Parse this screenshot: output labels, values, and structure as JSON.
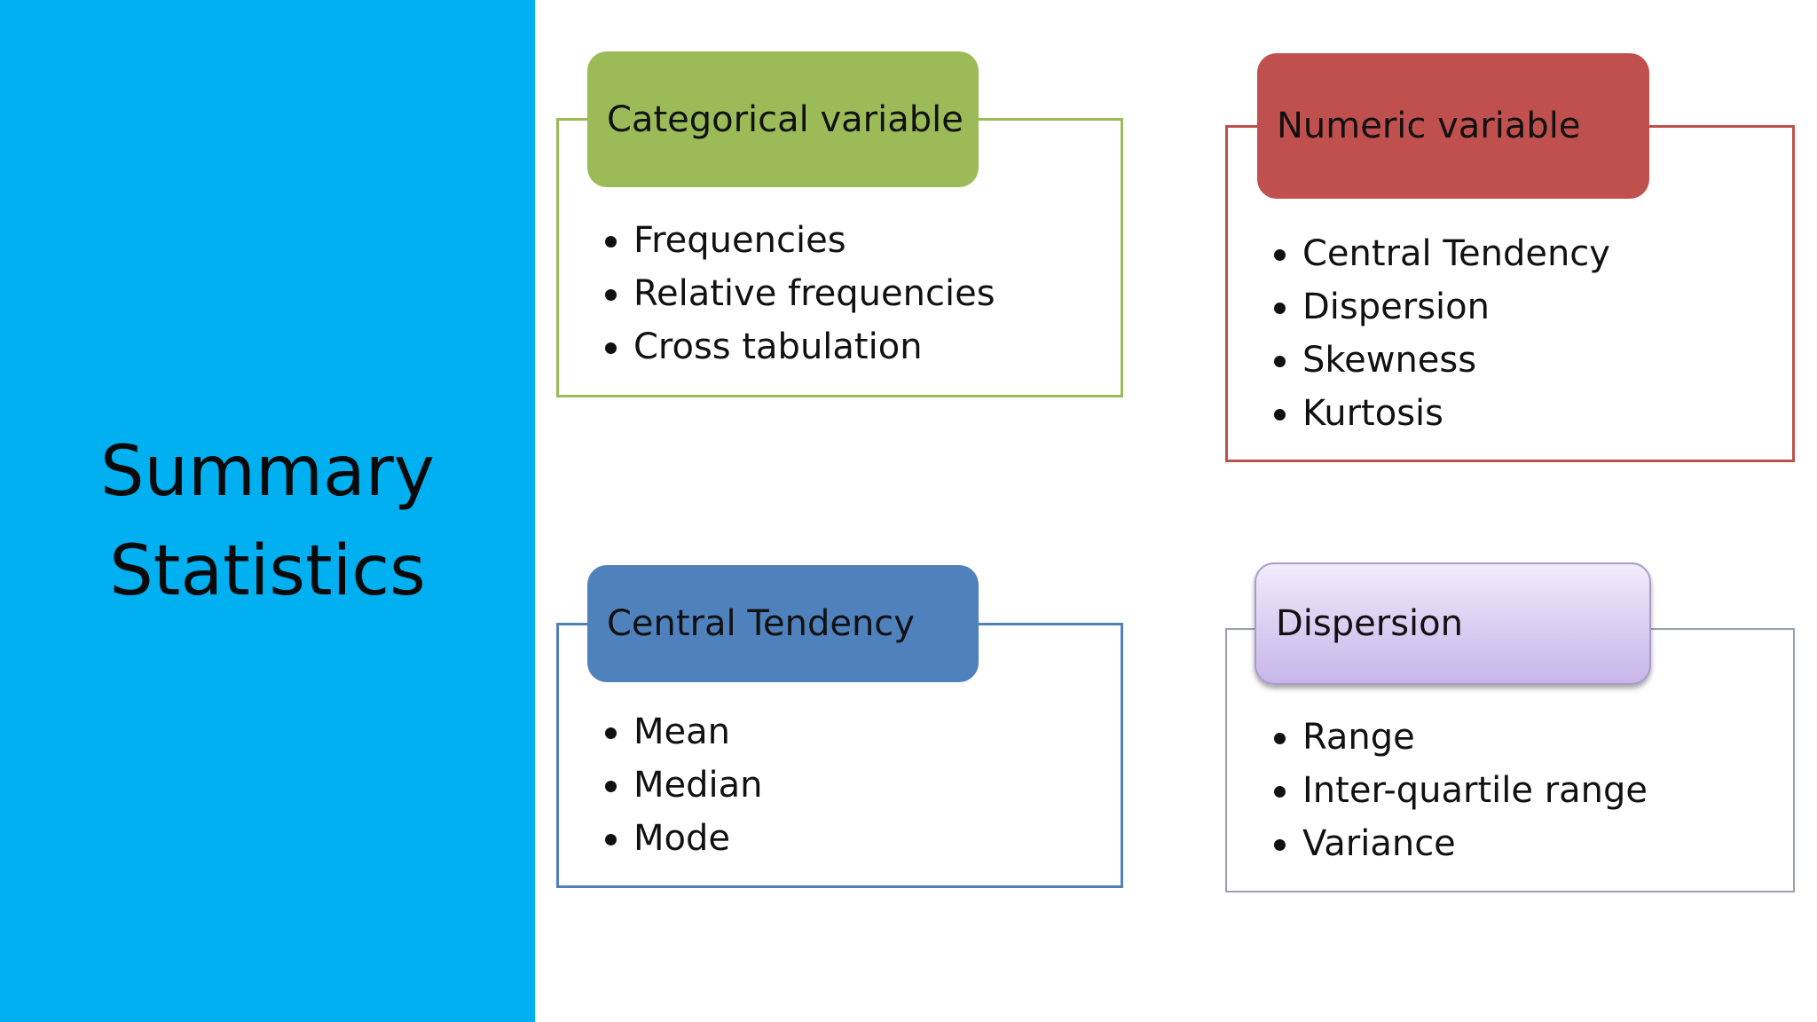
{
  "slide": {
    "title_line1": "Summary",
    "title_line2": "Statistics"
  },
  "groups": {
    "categorical": {
      "header": "Categorical variable",
      "items": [
        "Frequencies",
        "Relative frequencies",
        "Cross tabulation"
      ],
      "color": "#9bbb59"
    },
    "numeric": {
      "header": "Numeric variable",
      "items": [
        "Central Tendency",
        "Dispersion",
        "Skewness",
        "Kurtosis"
      ],
      "color": "#c0504d"
    },
    "central_tendency": {
      "header": "Central Tendency",
      "items": [
        "Mean",
        "Median",
        "Mode"
      ],
      "color": "#4f81bd"
    },
    "dispersion": {
      "header": "Dispersion",
      "items": [
        "Range",
        "Inter-quartile range",
        "Variance"
      ],
      "color": "#c8b6ea"
    }
  },
  "colors": {
    "side_panel": "#00b0f0"
  }
}
